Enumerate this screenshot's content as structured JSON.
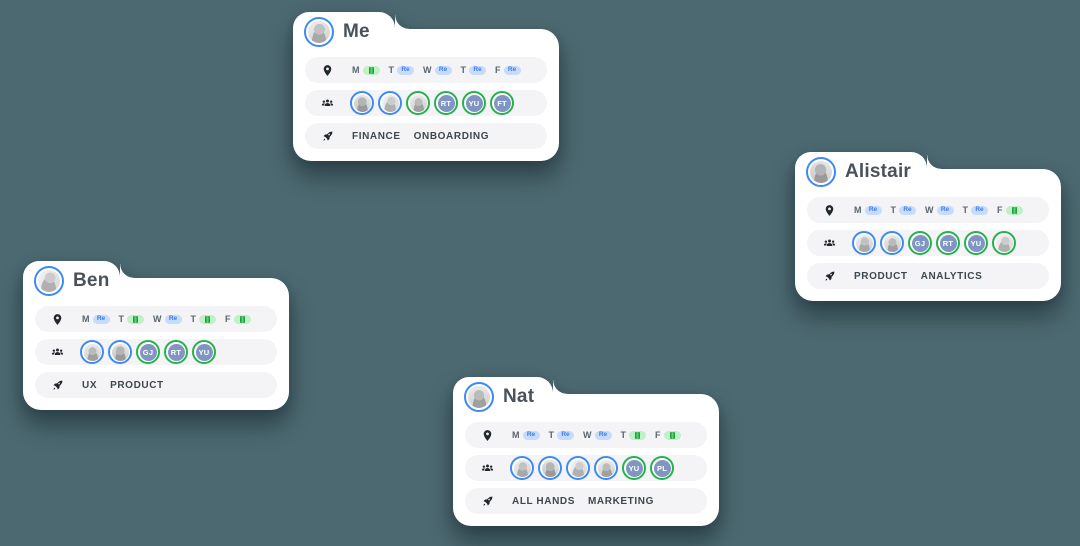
{
  "background_color": "#4c6971",
  "colors": {
    "card_bg": "#ffffff",
    "row_bg": "#f4f4f6",
    "blue_ring": "#3d8af5",
    "green_ring": "#25b14b",
    "initials_avatar_bg": "#8095c2",
    "remote_badge_bg": "#c6dcfa",
    "remote_badge_text": "#3a7bf2",
    "office_badge_bg": "#bff0c8",
    "office_badge_glyph": "#1f9e3d",
    "name_text": "#49525b",
    "day_text": "#59646e",
    "tag_text": "#3f474e"
  },
  "icons": {
    "row1": "location-pin-icon",
    "row2": "team-icon",
    "row3": "rocket-icon",
    "office_badge": "office-icon"
  },
  "cards": [
    {
      "id": "me",
      "name": "Me",
      "avatar_photo": "ph-1",
      "schedule": [
        {
          "day": "M",
          "status": "office"
        },
        {
          "day": "T",
          "status": "remote",
          "label": "Re"
        },
        {
          "day": "W",
          "status": "remote",
          "label": "Re"
        },
        {
          "day": "T",
          "status": "remote",
          "label": "Re"
        },
        {
          "day": "F",
          "status": "remote",
          "label": "Re"
        }
      ],
      "people": [
        {
          "type": "photo",
          "ring": "blue",
          "photo": "ph-2"
        },
        {
          "type": "photo",
          "ring": "blue",
          "photo": "ph-3"
        },
        {
          "type": "photo",
          "ring": "green",
          "photo": "ph-4"
        },
        {
          "type": "initials",
          "ring": "green",
          "initials": "RT"
        },
        {
          "type": "initials",
          "ring": "green",
          "initials": "YU"
        },
        {
          "type": "initials",
          "ring": "green",
          "initials": "FT"
        }
      ],
      "tags": [
        "FINANCE",
        "ONBOARDING"
      ]
    },
    {
      "id": "alistair",
      "name": "Alistair",
      "avatar_photo": "ph-2",
      "schedule": [
        {
          "day": "M",
          "status": "remote",
          "label": "Re"
        },
        {
          "day": "T",
          "status": "remote",
          "label": "Re"
        },
        {
          "day": "W",
          "status": "remote",
          "label": "Re"
        },
        {
          "day": "T",
          "status": "remote",
          "label": "Re"
        },
        {
          "day": "F",
          "status": "office"
        }
      ],
      "people": [
        {
          "type": "photo",
          "ring": "blue",
          "photo": "ph-1"
        },
        {
          "type": "photo",
          "ring": "blue",
          "photo": "ph-4"
        },
        {
          "type": "initials",
          "ring": "green",
          "initials": "GJ"
        },
        {
          "type": "initials",
          "ring": "green",
          "initials": "RT"
        },
        {
          "type": "initials",
          "ring": "green",
          "initials": "YU"
        },
        {
          "type": "photo",
          "ring": "green",
          "photo": "ph-3"
        }
      ],
      "tags": [
        "PRODUCT",
        "ANALYTICS"
      ]
    },
    {
      "id": "ben",
      "name": "Ben",
      "avatar_photo": "ph-3",
      "schedule": [
        {
          "day": "M",
          "status": "remote",
          "label": "Re"
        },
        {
          "day": "T",
          "status": "office"
        },
        {
          "day": "W",
          "status": "remote",
          "label": "Re"
        },
        {
          "day": "T",
          "status": "office"
        },
        {
          "day": "F",
          "status": "office"
        }
      ],
      "people": [
        {
          "type": "photo",
          "ring": "blue",
          "photo": "ph-4"
        },
        {
          "type": "photo",
          "ring": "blue",
          "photo": "ph-2"
        },
        {
          "type": "initials",
          "ring": "green",
          "initials": "GJ"
        },
        {
          "type": "initials",
          "ring": "green",
          "initials": "RT"
        },
        {
          "type": "initials",
          "ring": "green",
          "initials": "YU"
        }
      ],
      "tags": [
        "UX",
        "PRODUCT"
      ]
    },
    {
      "id": "nat",
      "name": "Nat",
      "avatar_photo": "ph-4",
      "schedule": [
        {
          "day": "M",
          "status": "remote",
          "label": "Re"
        },
        {
          "day": "T",
          "status": "remote",
          "label": "Re"
        },
        {
          "day": "W",
          "status": "remote",
          "label": "Re"
        },
        {
          "day": "T",
          "status": "office"
        },
        {
          "day": "F",
          "status": "office"
        }
      ],
      "people": [
        {
          "type": "photo",
          "ring": "blue",
          "photo": "ph-1"
        },
        {
          "type": "photo",
          "ring": "blue",
          "photo": "ph-2"
        },
        {
          "type": "photo",
          "ring": "blue",
          "photo": "ph-3"
        },
        {
          "type": "photo",
          "ring": "blue",
          "photo": "ph-4"
        },
        {
          "type": "initials",
          "ring": "green",
          "initials": "YU"
        },
        {
          "type": "initials",
          "ring": "green",
          "initials": "PL"
        }
      ],
      "tags": [
        "ALL HANDS",
        "MARKETING"
      ]
    }
  ]
}
